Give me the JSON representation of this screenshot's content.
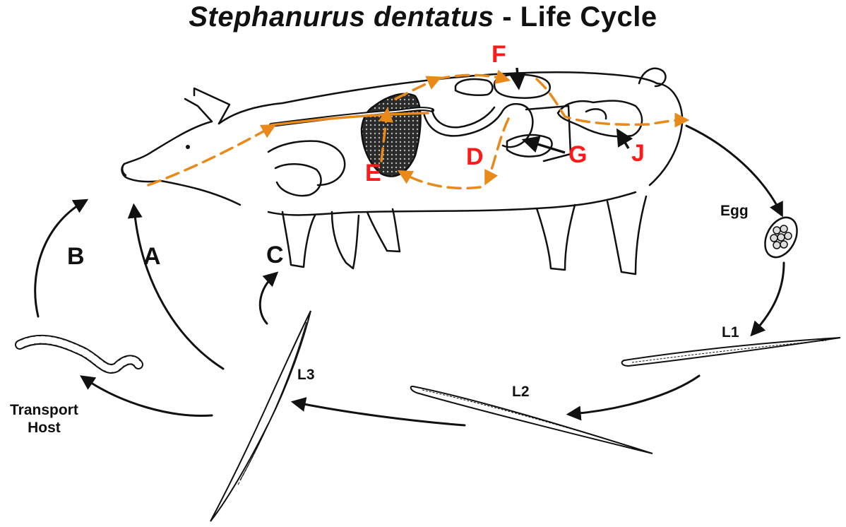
{
  "title": {
    "species": "Stephanurus dentatus",
    "separator": " - ",
    "subtitle": "Life Cycle"
  },
  "organ_labels": {
    "D": "D",
    "E": "E",
    "F": "F",
    "G": "G",
    "J": "J"
  },
  "route_labels": {
    "A": "A",
    "B": "B",
    "C": "C"
  },
  "stage_labels": {
    "egg": "Egg",
    "l1": "L1",
    "l2": "L2",
    "l3": "L3",
    "transport_host": "Transport\nHost"
  },
  "colors": {
    "migration_path": "#e8891a",
    "organ_label": "#ff1a1a",
    "line_art": "#111111"
  }
}
